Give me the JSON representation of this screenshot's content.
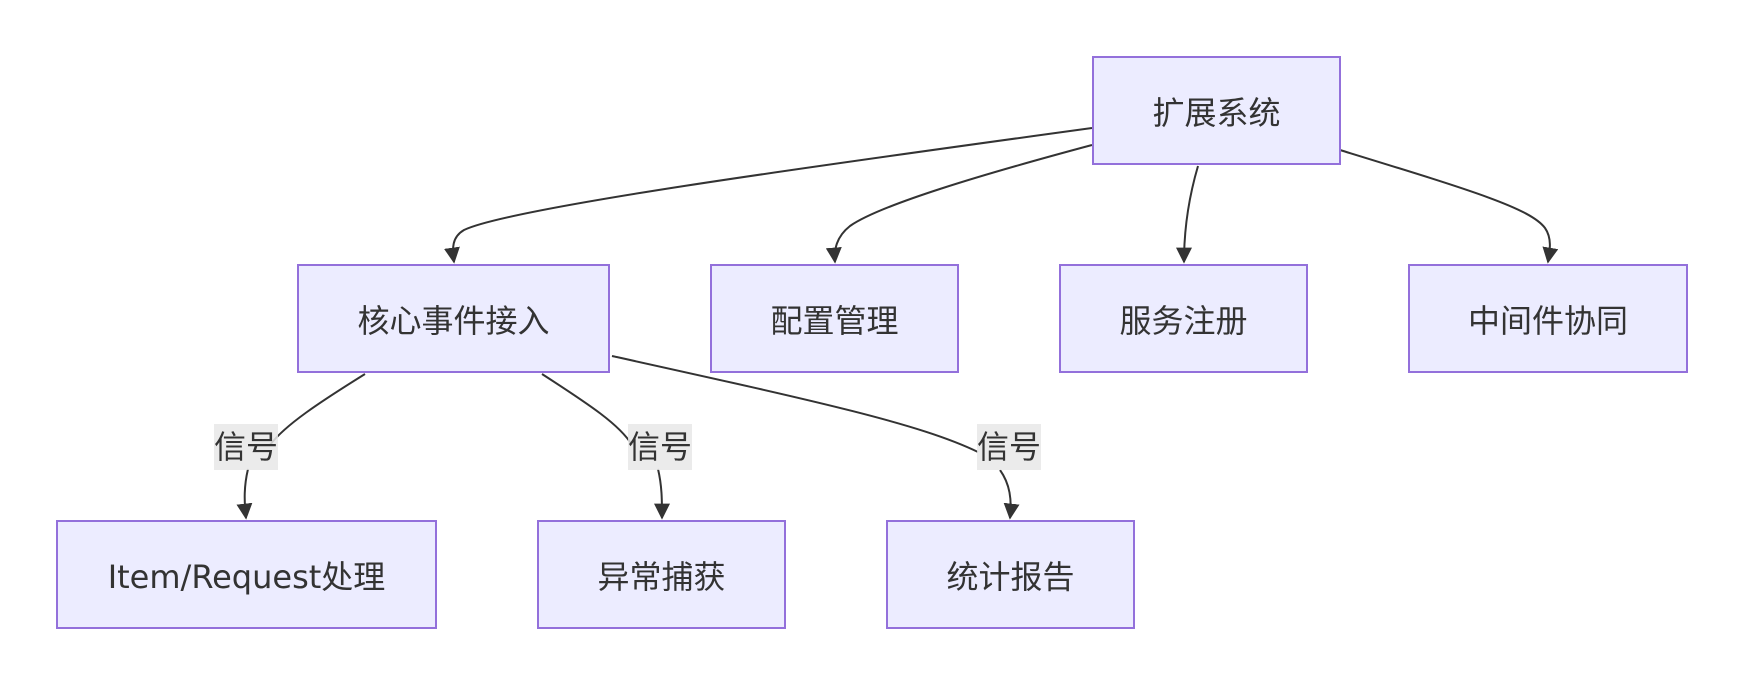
{
  "nodes": {
    "root": "扩展系统",
    "core": "核心事件接入",
    "config": "配置管理",
    "service": "服务注册",
    "middleware": "中间件协同",
    "item": "Item/Request处理",
    "exception": "异常捕获",
    "stats": "统计报告"
  },
  "edge_labels": {
    "core_item": "信号",
    "core_exception": "信号",
    "core_stats": "信号"
  },
  "colors": {
    "node_fill": "#ececff",
    "node_stroke": "#9370db",
    "edge": "#333333",
    "label_bg": "#e8e8e8"
  }
}
